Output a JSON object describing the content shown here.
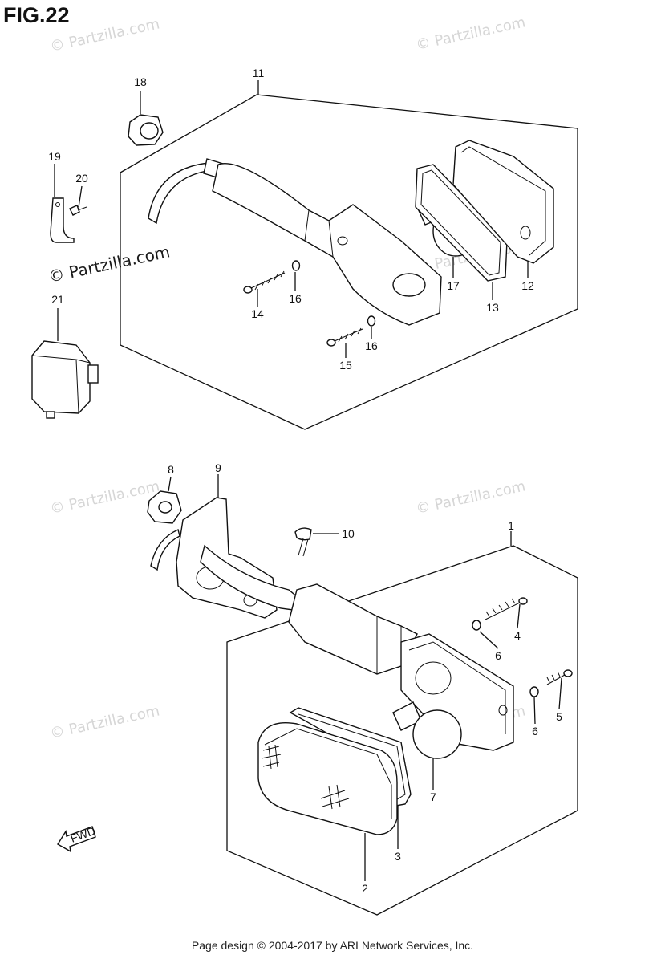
{
  "figure": {
    "title": "FIG.22"
  },
  "watermarks": {
    "faint": "© Partzilla.com",
    "prominent": "© Partzilla.com"
  },
  "callouts": [
    "1",
    "2",
    "3",
    "4",
    "5",
    "6",
    "6",
    "7",
    "8",
    "9",
    "10",
    "11",
    "12",
    "13",
    "14",
    "15",
    "16",
    "16",
    "17",
    "18",
    "19",
    "20",
    "21"
  ],
  "icons": {
    "fwd_arrow_label": "FWD"
  },
  "footer": {
    "text": "Page design © 2004-2017 by ARI Network Services, Inc."
  }
}
